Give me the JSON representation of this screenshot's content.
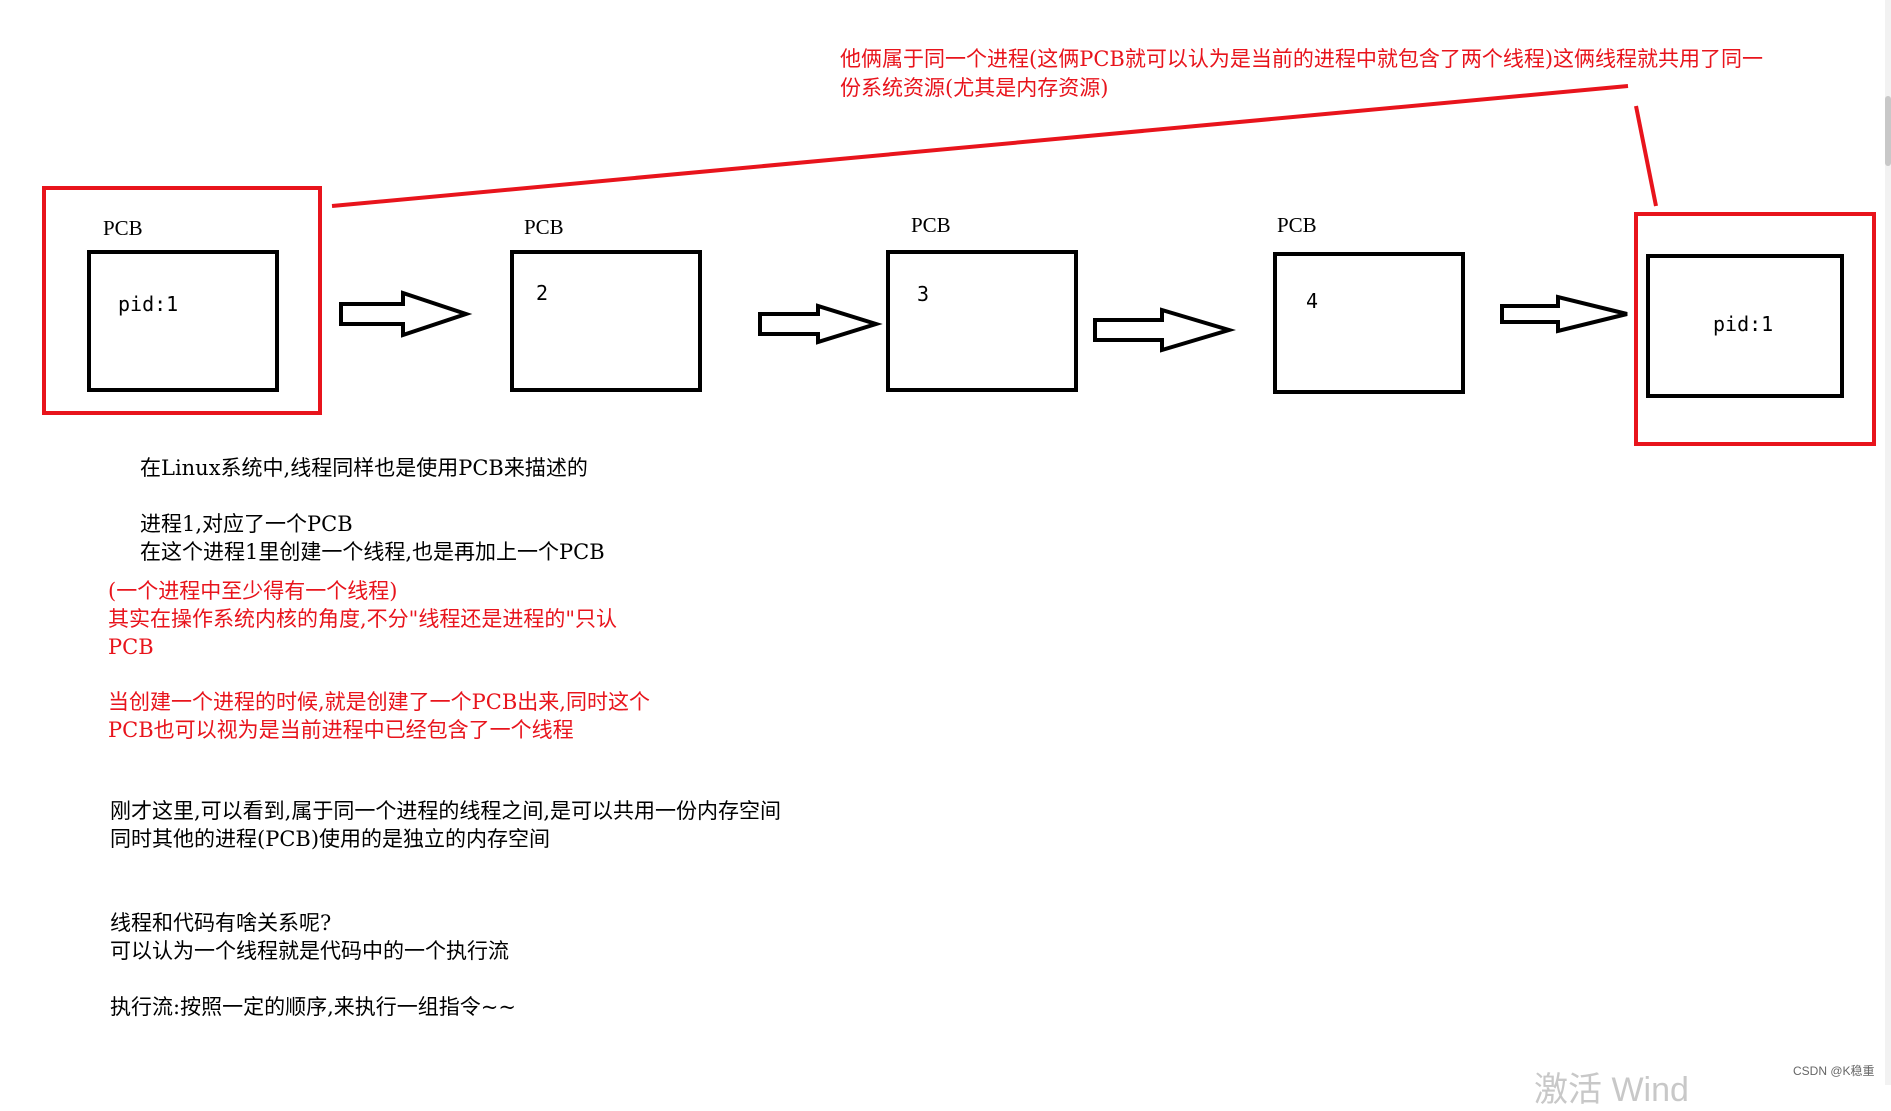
{
  "top_annotation": {
    "line1": "他俩属于同一个进程(这俩PCB就可以认为是当前的进程中就包含了两个线程)这俩线程就共用了同一",
    "line2": "份系统资源(尤其是内存资源)"
  },
  "pcbs": [
    {
      "label": "PCB",
      "content": "pid:1"
    },
    {
      "label": "PCB",
      "content": "2"
    },
    {
      "label": "PCB",
      "content": "3"
    },
    {
      "label": "PCB",
      "content": "4"
    },
    {
      "label": "",
      "content": "pid:1"
    }
  ],
  "notes": {
    "n1": "在Linux系统中,线程同样也是使用PCB来描述的",
    "n2": "进程1,对应了一个PCB",
    "n3": "在这个进程1里创建一个线程,也是再加上一个PCB",
    "r1": "(一个进程中至少得有一个线程)",
    "r2": "其实在操作系统内核的角度,不分\"线程还是进程的\"只认",
    "r3": "PCB",
    "r4": "当创建一个进程的时候,就是创建了一个PCB出来,同时这个",
    "r5": "PCB也可以视为是当前进程中已经包含了一个线程",
    "b1": "刚才这里,可以看到,属于同一个进程的线程之间,是可以共用一份内存空间",
    "b2": "同时其他的进程(PCB)使用的是独立的内存空间",
    "b3": "线程和代码有啥关系呢?",
    "b4": "可以认为一个线程就是代码中的一个执行流",
    "b5": "执行流:按照一定的顺序,来执行一组指令~~"
  },
  "watermark": "CSDN @K稳重",
  "activate_text": "激活 Wind",
  "colors": {
    "accent_red": "#e8141c"
  }
}
